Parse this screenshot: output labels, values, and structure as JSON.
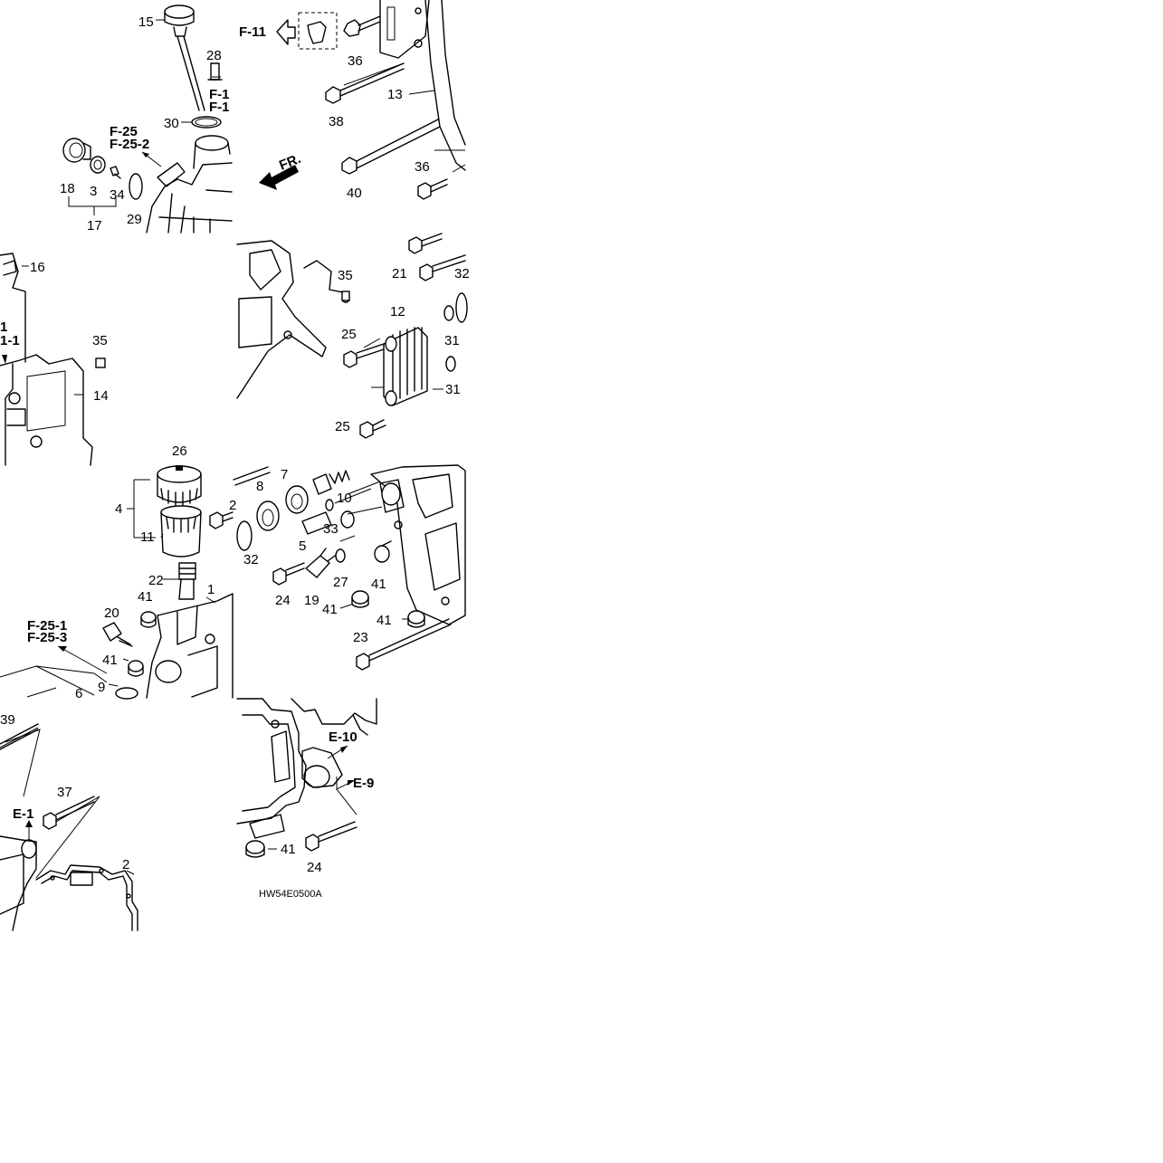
{
  "diagram_code": "HW54E0500A",
  "direction_label": "FR.",
  "part_labels": {
    "p15": "15",
    "p28": "28",
    "p30": "30",
    "p18": "18",
    "p3": "3",
    "p34": "34",
    "p29": "29",
    "p17": "17",
    "p36a": "36",
    "p38": "38",
    "p13": "13",
    "p40": "40",
    "p36b": "36",
    "p16": "16",
    "p35a": "35",
    "p14": "14",
    "p35b": "35",
    "p21": "21",
    "p32a": "32",
    "p12": "12",
    "p25a": "25",
    "p31a": "31",
    "p31b": "31",
    "p25b": "25",
    "p26": "26",
    "p4": "4",
    "p11": "11",
    "p2a": "2",
    "p32b": "32",
    "p22": "22",
    "p20": "20",
    "p41a": "41",
    "p1": "1",
    "p41b": "41",
    "p9": "9",
    "p6": "6",
    "p8": "8",
    "p7": "7",
    "p10": "10",
    "p33": "33",
    "p5": "5",
    "p27": "27",
    "p41c": "41",
    "p24a": "24",
    "p19": "19",
    "p41d": "41",
    "p41e": "41",
    "p23": "23",
    "p39": "39",
    "p37": "37",
    "p2b": "2",
    "p41f": "41",
    "p24b": "24"
  },
  "ref_labels": {
    "f11": "F-11",
    "f1a": "F-1",
    "f1b": "F-1",
    "f25": "F-25",
    "f25_2": "F-25-2",
    "edge1": "1",
    "edge11": "1-1",
    "f25_1": "F-25-1",
    "f25_3": "F-25-3",
    "e1": "E-1",
    "e10": "E-10",
    "e9": "E-9"
  }
}
